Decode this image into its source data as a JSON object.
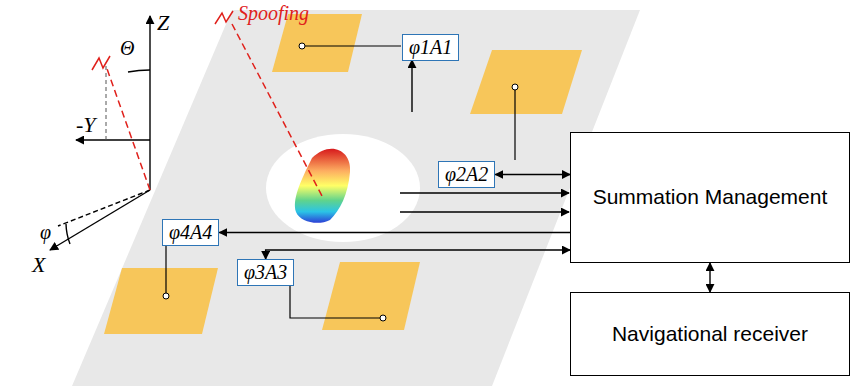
{
  "diagram": {
    "nodes": [
      {
        "text": [
          "φ1A1"
        ]
      },
      {
        "text": [
          "φ2A2"
        ]
      },
      {
        "text": [
          "φ4A4"
        ]
      },
      {
        "text": [
          "φ3A3"
        ]
      },
      {
        "text": [
          "Summation Management"
        ]
      },
      {
        "text": [
          "Navigational receiver"
        ]
      }
    ],
    "edges": [
      {
        "from": 1,
        "to": 4,
        "arrow": "both"
      },
      {
        "from": 4,
        "to": 2,
        "arrow": "to"
      },
      {
        "from": 3,
        "to": 4,
        "arrow": "both"
      },
      {
        "from": 4,
        "to": 5,
        "arrow": "both"
      }
    ],
    "labels": [
      "Spoofing",
      "Θ",
      "Z",
      "-Y",
      "φ",
      "X"
    ]
  }
}
